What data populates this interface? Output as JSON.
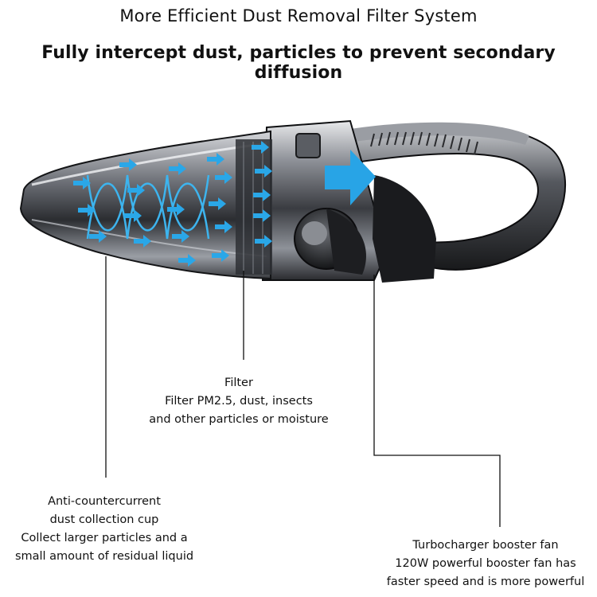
{
  "header": {
    "title": "More Efficient Dust Removal Filter System",
    "subtitle": "Fully intercept dust, particles to prevent secondary diffusion"
  },
  "callouts": {
    "filter": {
      "line1": "Filter",
      "line2": "Filter PM2.5, dust, insects",
      "line3": "and other particles or moisture"
    },
    "cup": {
      "line1": "Anti-countercurrent",
      "line2": "dust collection cup",
      "line3": "Collect larger particles and a",
      "line4": "small amount of residual liquid"
    },
    "fan": {
      "line1": "Turbocharger booster fan",
      "line2": "120W powerful booster fan has",
      "line3": "faster speed and is more powerful"
    }
  },
  "colors": {
    "airflow": "#2aa7e8",
    "body_dark": "#1c1d20",
    "body_chrome": "#8b8f96"
  },
  "icons": {
    "airflow": "arrow-right-icon",
    "exhaust": "large-arrow-icon"
  }
}
